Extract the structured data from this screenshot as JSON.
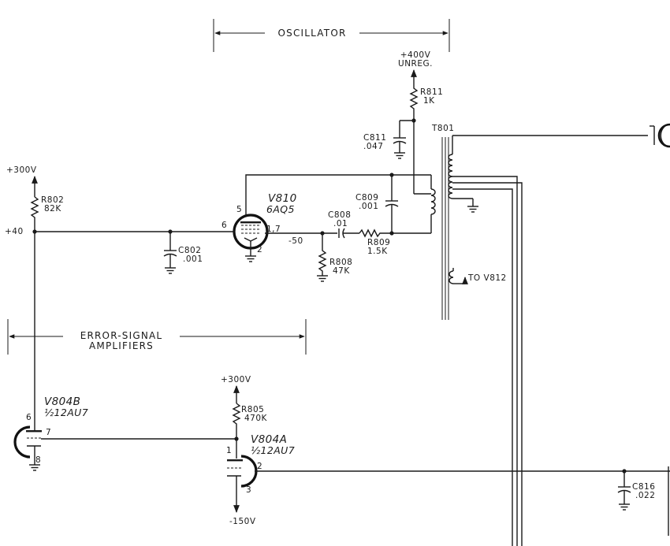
{
  "sections": {
    "oscillator": "OSCILLATOR",
    "error_signal_1": "ERROR-SIGNAL",
    "error_signal_2": "AMPLIFIERS"
  },
  "supplies": {
    "plus400": "+400V",
    "unreg": "UNREG.",
    "plus300_left": "+300V",
    "plus300_mid": "+300V",
    "minus150": "-150V",
    "plus40": "+40"
  },
  "components": {
    "r811": {
      "ref": "R811",
      "value": "1K"
    },
    "c811": {
      "ref": "C811",
      "value": ".047"
    },
    "t801": {
      "ref": "T801"
    },
    "r802": {
      "ref": "R802",
      "value": "82K"
    },
    "c802": {
      "ref": "C802",
      "value": ".001"
    },
    "c809": {
      "ref": "C809",
      "value": ".001"
    },
    "c808": {
      "ref": "C808",
      "value": ".01"
    },
    "r809": {
      "ref": "R809",
      "value": "1.5K"
    },
    "r808": {
      "ref": "R808",
      "value": "47K"
    },
    "r805": {
      "ref": "R805",
      "value": "470K"
    },
    "c816": {
      "ref": "C816",
      "value": ".022"
    }
  },
  "tubes": {
    "v810": {
      "name": "V810",
      "type": "6AQ5",
      "pin5": "5",
      "pin6": "6",
      "pin17": "1,7",
      "pin2": "2"
    },
    "v804b": {
      "name": "V804B",
      "type": "½12AU7",
      "pin6": "6",
      "pin7": "7",
      "pin8": "8"
    },
    "v804a": {
      "name": "V804A",
      "type": "½12AU7",
      "pin1": "1",
      "pin2": "2",
      "pin3": "3"
    }
  },
  "annotations": {
    "minus50": "-50",
    "to_v812": "TO V812"
  }
}
